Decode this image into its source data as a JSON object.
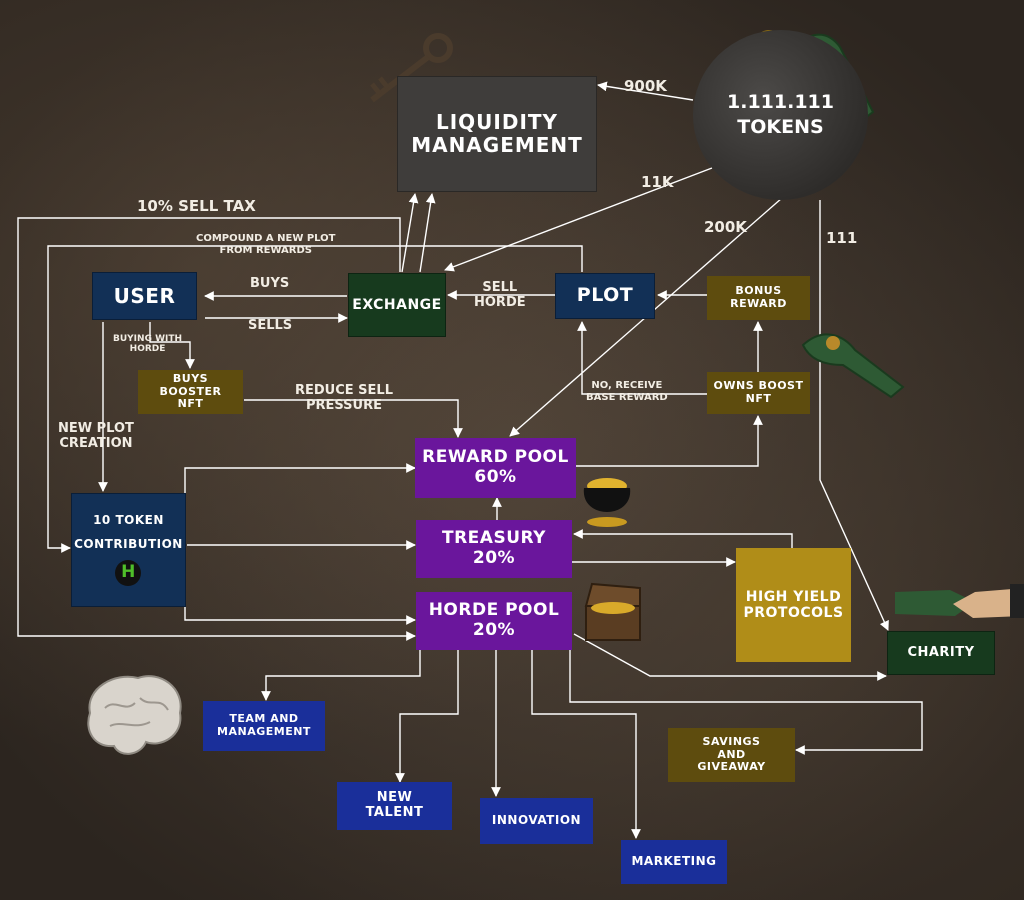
{
  "tokens": {
    "line1": "1.111.111",
    "line2": "TOKENS"
  },
  "boxes": {
    "liquidity": "LIQUIDITY MANAGEMENT",
    "user": "USER",
    "exchange": "EXCHANGE",
    "plot": "PLOT",
    "bonus_reward": "BONUS REWARD",
    "buys_booster": "BUYS BOOSTER NFT",
    "owns_boost": "OWNS BOOST NFT",
    "reward_pool": {
      "line1": "REWARD POOL",
      "line2": "60%"
    },
    "contribution": {
      "line1": "10 TOKEN",
      "line2": "CONTRIBUTION",
      "badge": "H"
    },
    "treasury": {
      "line1": "TREASURY",
      "line2": "20%"
    },
    "horde_pool": {
      "line1": "HORDE POOL",
      "line2": "20%"
    },
    "high_yield": "HIGH YIELD PROTOCOLS",
    "charity": "CHARITY",
    "team": "TEAM AND MANAGEMENT",
    "savings": "SAVINGS AND GIVEAWAY",
    "new_talent": "NEW TALENT",
    "innovation": "INNOVATION",
    "marketing": "MARKETING"
  },
  "labels": {
    "k900": "900K",
    "k11": "11K",
    "k200": "200K",
    "n111": "111",
    "sell_tax": "10% SELL TAX",
    "compound_1": "COMPOUND A NEW PLOT",
    "compound_2": "FROM REWARDS",
    "buys": "BUYS",
    "sells": "SELLS",
    "sell_horde_1": "SELL",
    "sell_horde_2": "HORDE",
    "buying_with_1": "BUYING WITH",
    "buying_with_2": "HORDE",
    "reduce_1": "REDUCE SELL",
    "reduce_2": "PRESSURE",
    "new_plot_1": "NEW PLOT",
    "new_plot_2": "CREATION",
    "no_receive_1": "NO, RECEIVE",
    "no_receive_2": "BASE REWARD"
  },
  "colors": {
    "navy": "#123056",
    "blue": "#1a2f9a",
    "green": "#173a1e",
    "gold": "#5e4c0e",
    "purple": "#6a169c",
    "grey": "#3f3d3b",
    "arrow": "#ffffff"
  },
  "icons": [
    "key-icon",
    "zombie-hand-coin-icon",
    "zombie-hand-icon",
    "pot-of-gold-icon",
    "treasure-chest-icon",
    "handshake-icon",
    "brain-icon"
  ]
}
